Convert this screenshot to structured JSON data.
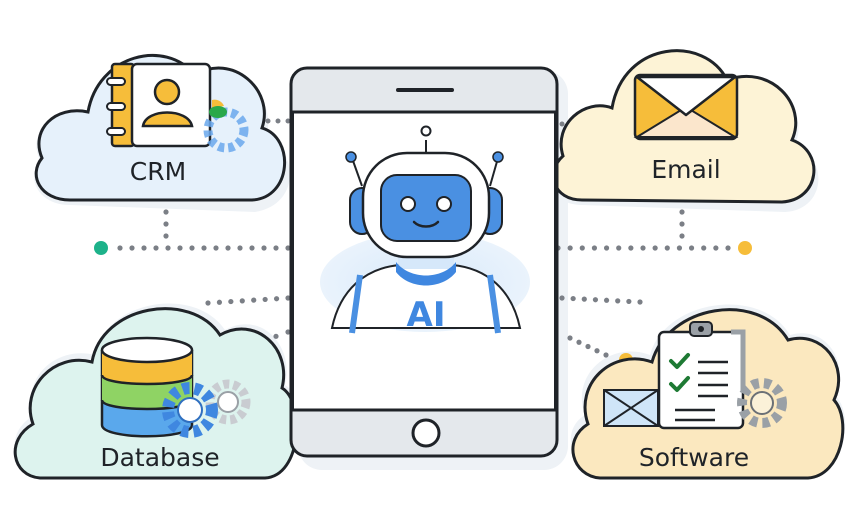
{
  "diagram": {
    "title": "AI assistant connected to business systems",
    "center": {
      "device": "tablet",
      "badge_text": "AI",
      "character": "robot"
    },
    "nodes": [
      {
        "id": "crm",
        "label": "CRM",
        "icon": "contact-book-icon",
        "cloud_color": "#e6f1fb",
        "position": "top-left"
      },
      {
        "id": "email",
        "label": "Email",
        "icon": "envelope-icon",
        "cloud_color": "#fdf3d6",
        "position": "top-right"
      },
      {
        "id": "database",
        "label": "Database",
        "icon": "database-icon",
        "cloud_color": "#ddf3ee",
        "position": "bottom-left"
      },
      {
        "id": "software",
        "label": "Software",
        "icon": "clipboard-checklist-icon",
        "cloud_color": "#fbe8bf",
        "position": "bottom-right"
      }
    ],
    "colors": {
      "outline": "#1f2328",
      "robot_blue": "#4a90e2",
      "accent_yellow": "#f6bd3a",
      "accent_green": "#1db28a",
      "connector_gray": "#7b7f86",
      "connector_blue": "#5aa0e6"
    }
  }
}
